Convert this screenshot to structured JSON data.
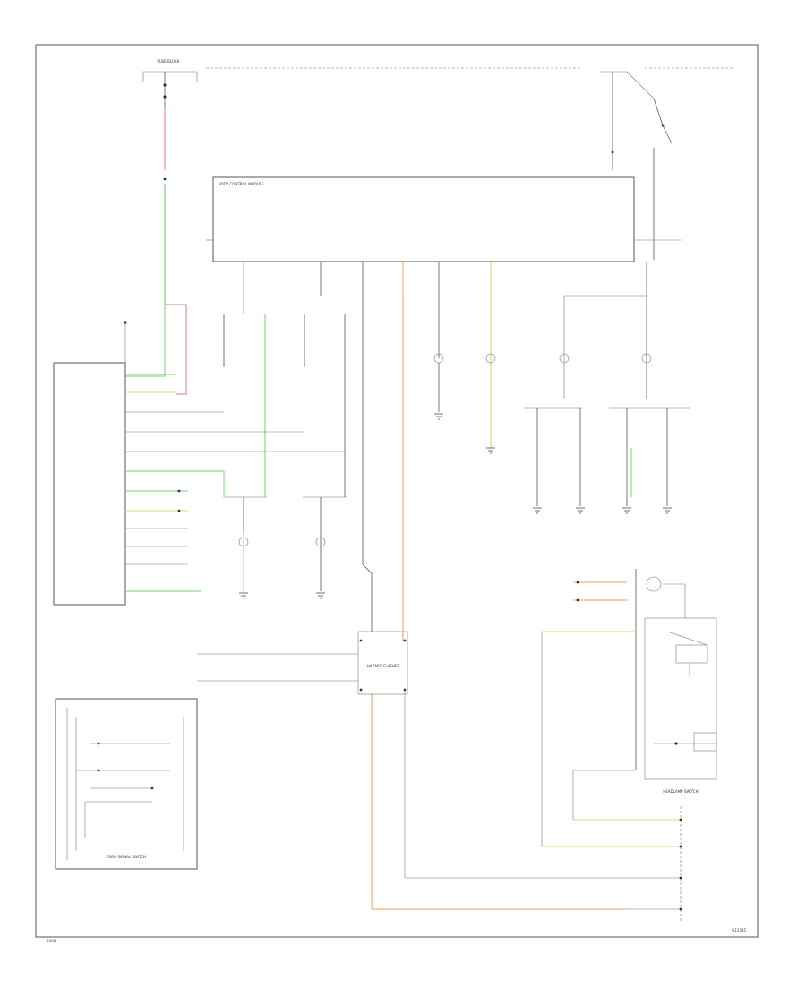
{
  "colors": {
    "orange": "#f2b27a",
    "green": "#74cf74",
    "pink": "#f08aa8",
    "yellow": "#d9d97a",
    "lightblue": "#9fd7ef",
    "line": "#555555"
  },
  "labels": {
    "body_control_module": "BODY CONTROL MODULE",
    "turn_signal_switch": "TURN SIGNAL SWITCH",
    "headlamp_switch": "HEADLAMP SWITCH",
    "hazard_flasher": "HAZARD FLASHER",
    "fuse_block": "FUSE BLOCK",
    "footer_left": "2008",
    "footer_right": "G12345"
  },
  "icons": {
    "ground": "ground-symbol-icon",
    "lamp": "lamp-bulb-icon",
    "switch": "switch-contact-icon",
    "connector": "connector-dot-icon"
  }
}
